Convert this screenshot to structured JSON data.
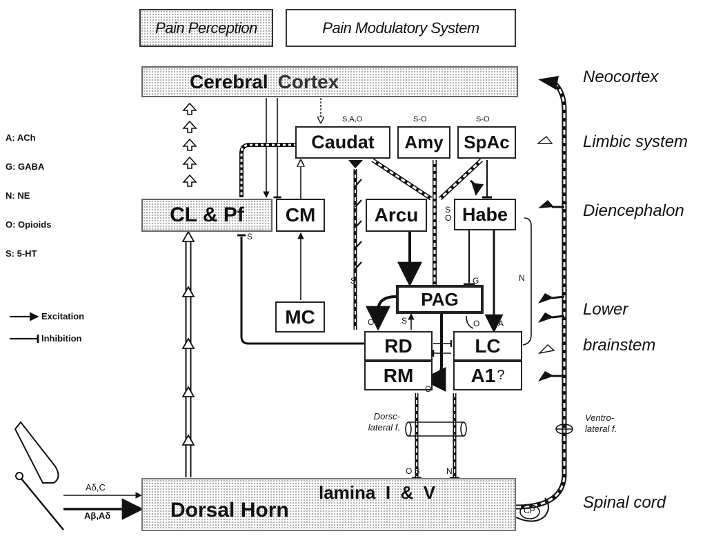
{
  "header": {
    "pain_perception": "Pain Perception",
    "pain_modulatory_system": "Pain Modulatory System"
  },
  "cortex": {
    "word1": "Cerebral",
    "word2": "Cortex"
  },
  "nuclei": {
    "caudat": "Caudat",
    "amy": "Amy",
    "spac": "SpAc",
    "clpf": "CL & Pf",
    "cm": "CM",
    "arcu": "Arcu",
    "habe": "Habe",
    "pag": "PAG",
    "mc": "MC",
    "rd": "RD",
    "rm": "RM",
    "lc": "LC",
    "a1": "A1",
    "a1_q": "?",
    "dorsal_horn": "Dorsal Horn",
    "lamina": "lamina  I  &  V"
  },
  "legend": [
    "A: ACh",
    "G: GABA",
    "N: NE",
    "O: Opioids",
    "S: 5-HT"
  ],
  "arrow_legend": {
    "excitation": "Excitation",
    "inhibition": "Inhibition"
  },
  "levels": [
    "Neocortex",
    "Limbic system",
    "Diencephalon",
    "Lower",
    "brainstem",
    "Spinal cord"
  ],
  "labels": {
    "caudat_tx": "S,A,O",
    "amy_tx": "S-O",
    "spac_tx": "S-O",
    "clpf_s": "S",
    "habe_so": "S O",
    "arrows_s": "S",
    "habe_n": "N",
    "pag_g": "G",
    "rd_o": "O",
    "rd_s": "S",
    "lc_o": "O",
    "lc_a": "A",
    "rm_o": "O",
    "os": "O S",
    "n": "N",
    "fiber1": "Aδ,C",
    "fiber2": "Aβ,Aδ",
    "cp": "CP"
  },
  "tracts": {
    "dorsolateral_1": "Dorsc-",
    "dorsolateral_2": "lateral f.",
    "ventrolateral_1": "Ventro-",
    "ventrolateral_2": "lateral f."
  }
}
